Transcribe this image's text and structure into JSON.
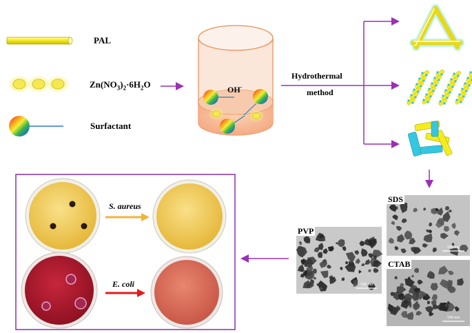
{
  "legend": {
    "pal": "PAL",
    "zinc_pre": "Zn(NO",
    "zinc_sub1": "3",
    "zinc_mid": ")",
    "zinc_sub2": "2",
    "zinc_post": "·6H",
    "zinc_sub3": "2",
    "zinc_end": "O",
    "surfactant": "Surfactant"
  },
  "reactor": {
    "oh": "OH",
    "oh_sup": "-"
  },
  "process": {
    "line1": "Hydrothermal",
    "line2": "method"
  },
  "tem": {
    "sds": "SDS",
    "pvp": "PVP",
    "ctab": "CTAB",
    "scale": "500 nm"
  },
  "antibacterial": {
    "s_aureus": "S. aureus",
    "e_coli": "E. coli"
  },
  "colors": {
    "purple": "#9b2fb5",
    "rod_yellow": "#f7ef2a",
    "rod_cyan": "#35c7e0",
    "orange_arrow": "#f2b33a",
    "red_arrow": "#e31b1b"
  }
}
